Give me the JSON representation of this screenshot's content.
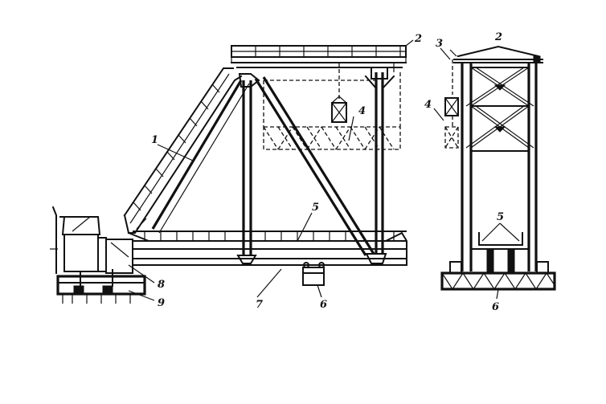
{
  "callouts": {
    "c1": "1",
    "c2_side": "2",
    "c2_end": "2",
    "c3": "3",
    "c4_side": "4",
    "c4_end": "4",
    "c5_side": "5",
    "c5_end": "5",
    "c6_side": "6",
    "c6_end": "6",
    "c7": "7",
    "c8": "8",
    "c9": "9"
  }
}
